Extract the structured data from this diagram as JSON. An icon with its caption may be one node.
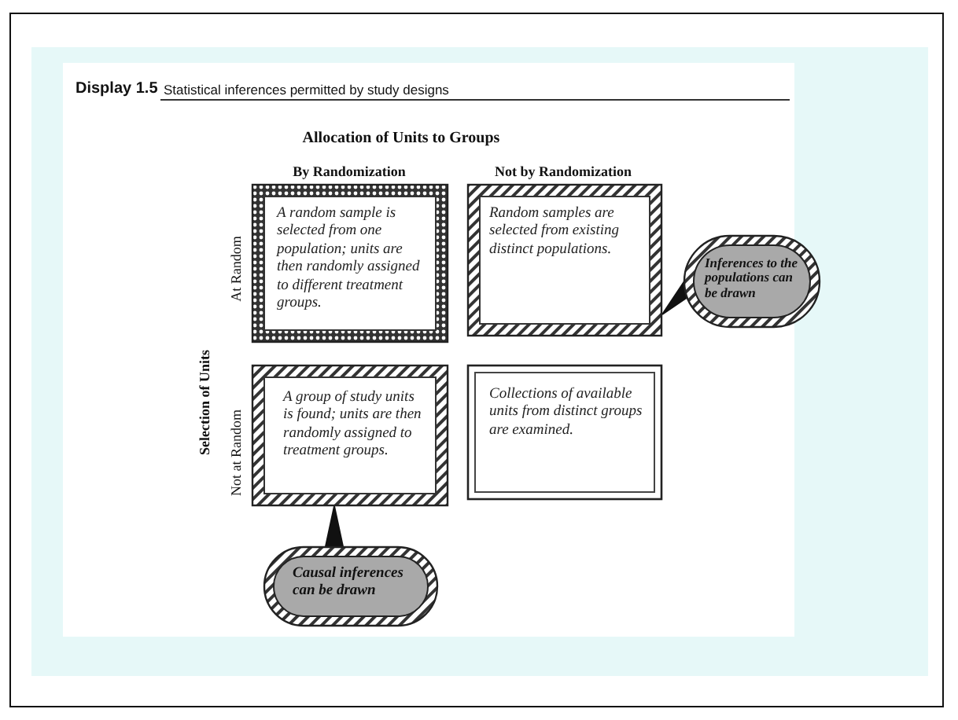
{
  "diagram": {
    "title": "Statistical inferences permitted by study designs",
    "nodes": [
      {
        "text": [
          "A random sample is selected from one population; units are then randomly assigned to different treatment groups."
        ]
      },
      {
        "text": [
          "Random samples are selected from existing distinct populations."
        ]
      },
      {
        "text": [
          "A group of study units is found; units are then randomly assigned to treatment groups."
        ]
      },
      {
        "text": [
          "Collections of available units from distinct groups are examined."
        ]
      },
      {
        "text": [
          "Inferences to the populations can be drawn"
        ]
      },
      {
        "text": [
          "Causal inferences can be drawn"
        ]
      }
    ],
    "edges": [
      {
        "from": 4,
        "to": 1,
        "arrow": "to"
      },
      {
        "from": 5,
        "to": 2,
        "arrow": "to"
      }
    ],
    "labels": [
      "Display 1.5",
      "Allocation of Units to Groups",
      "By Randomization",
      "Not by Randomization",
      "Selection of Units",
      "At Random",
      "Not at Random"
    ]
  }
}
